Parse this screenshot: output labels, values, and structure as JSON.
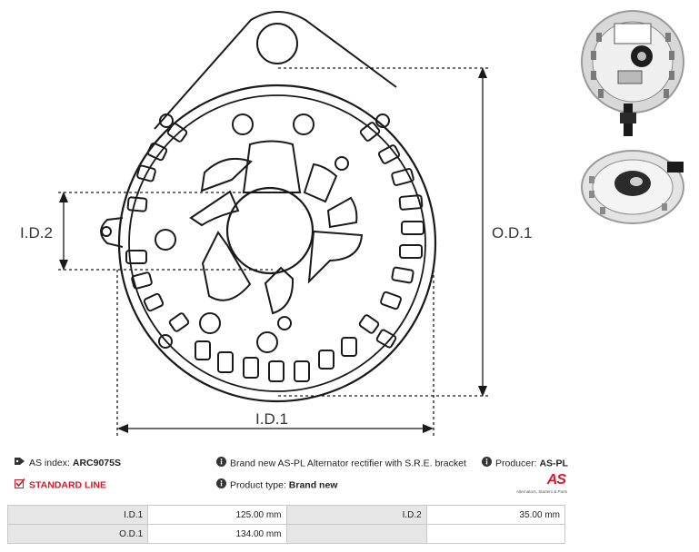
{
  "drawing": {
    "labels": {
      "id1": "I.D.1",
      "id2": "I.D.2",
      "od1": "O.D.1"
    }
  },
  "info": {
    "as_index_label": "AS index:",
    "as_index_value": "ARC9075S",
    "description": "Brand new AS-PL Alternator rectifier with S.R.E. bracket",
    "producer_label": "Producer:",
    "producer_value": "AS-PL",
    "line_label": "STANDARD LINE",
    "product_type_label": "Product type:",
    "product_type_value": "Brand new",
    "logo_text": "AS",
    "logo_tagline": "Alternators, Starters & Parts"
  },
  "specs": {
    "rows": [
      {
        "label_a": "I.D.1",
        "value_a": "125.00 mm",
        "label_b": "I.D.2",
        "value_b": "35.00 mm"
      },
      {
        "label_a": "O.D.1",
        "value_a": "134.00 mm",
        "label_b": "",
        "value_b": ""
      }
    ]
  },
  "colors": {
    "accent": "#d6192a",
    "line": "#1a1a1a",
    "table_header": "#e6e6e6"
  }
}
